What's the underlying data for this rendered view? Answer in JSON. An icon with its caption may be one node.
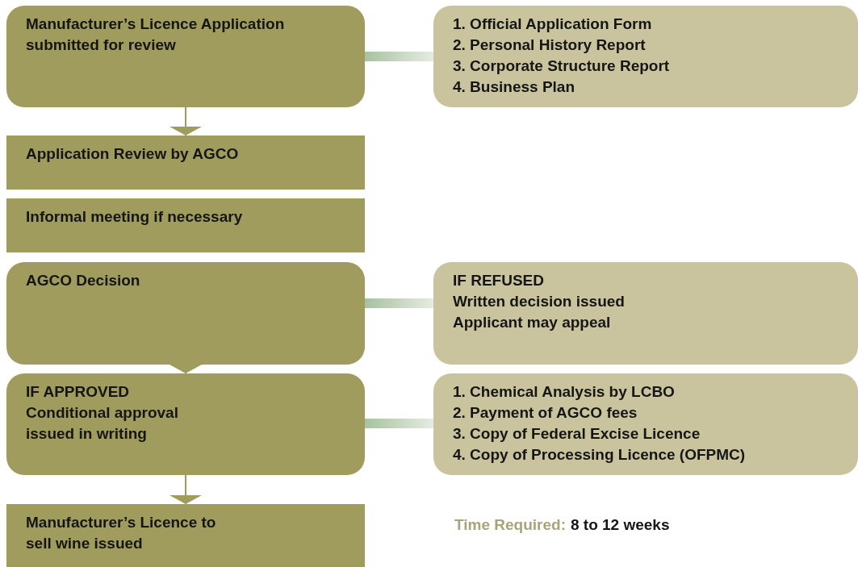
{
  "diagram": {
    "nodes": [
      {
        "text": [
          "Manufacturer’s Licence Application submitted for review"
        ]
      },
      {
        "text": [
          "1. Official Application Form",
          "2. Personal History Report",
          "3. Corporate Structure Report",
          "4. Business Plan"
        ]
      },
      {
        "text": [
          "Application Review by AGCO"
        ]
      },
      {
        "text": [
          "Informal meeting if necessary"
        ]
      },
      {
        "text": [
          "AGCO Decision"
        ]
      },
      {
        "text": [
          "IF REFUSED",
          "Written decision issued",
          "Applicant may appeal"
        ]
      },
      {
        "text": [
          "IF APPROVED",
          "Conditional approval issued in writing"
        ]
      },
      {
        "text": [
          "1. Chemical Analysis by LCBO",
          "2. Payment of AGCO fees",
          "3. Copy of Federal Excise Licence",
          "4. Copy of Processing Licence (OFPMC)"
        ]
      },
      {
        "text": [
          "Manufacturer’s Licence to sell wine issued"
        ]
      }
    ],
    "edges": [
      {
        "from": 0,
        "to": 1,
        "arrow": "none",
        "style": "thick"
      },
      {
        "from": 0,
        "to": 2,
        "arrow": "to"
      },
      {
        "from": 4,
        "to": 5,
        "arrow": "none",
        "style": "thick"
      },
      {
        "from": 4,
        "to": 6,
        "arrow": "to"
      },
      {
        "from": 6,
        "to": 7,
        "arrow": "none",
        "style": "thick"
      },
      {
        "from": 6,
        "to": 8,
        "arrow": "to"
      }
    ],
    "labels": [
      "Time Required:",
      "8 to 12 weeks"
    ]
  }
}
